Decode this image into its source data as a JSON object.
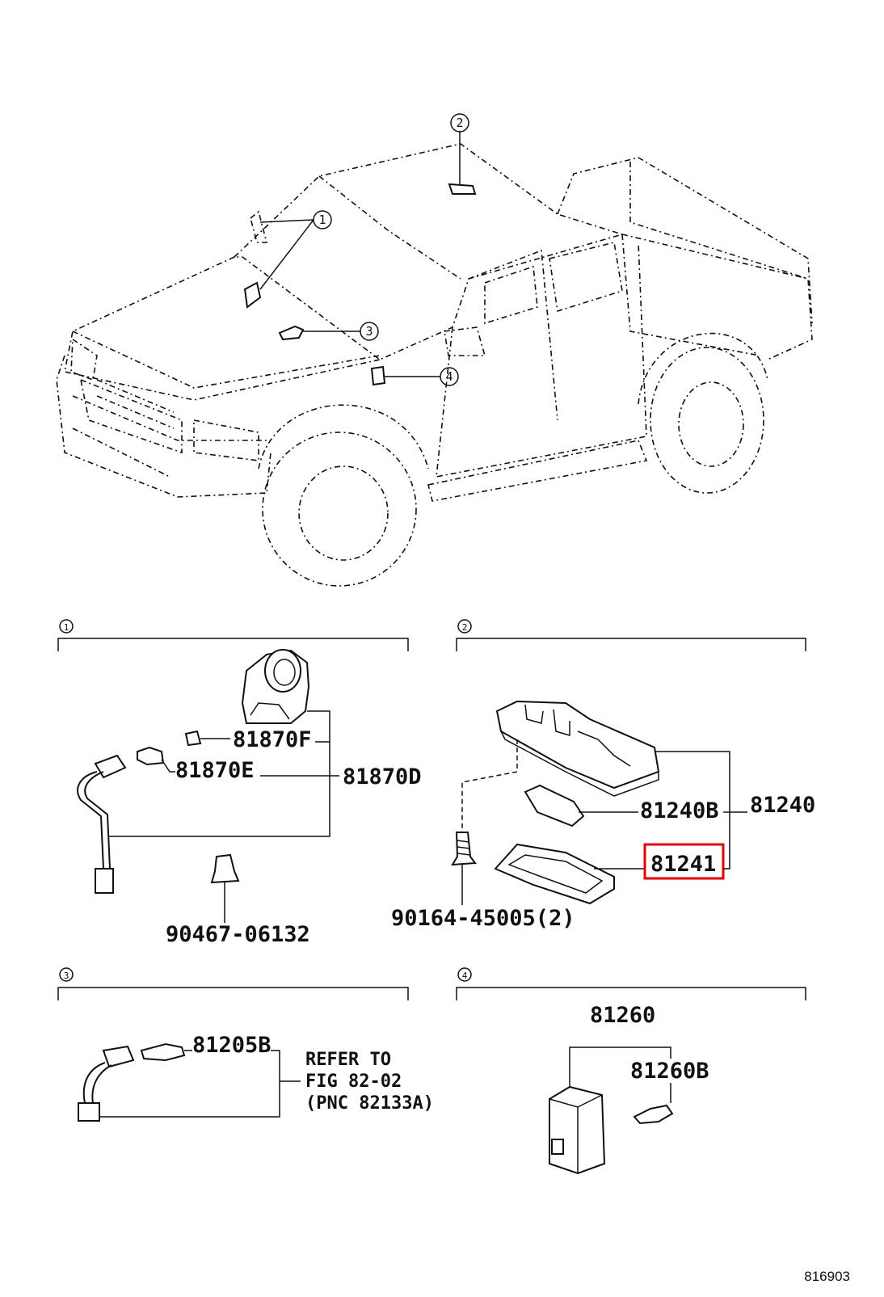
{
  "callouts": {
    "c1": "1",
    "c2": "2",
    "c3": "3",
    "c4": "4"
  },
  "section1": {
    "marker": "1",
    "labels": {
      "p81870F": "81870F",
      "p81870E": "81870E",
      "p81870D": "81870D",
      "p90467": "90467-06132"
    }
  },
  "section2": {
    "marker": "2",
    "labels": {
      "p81240": "81240",
      "p81240B": "81240B",
      "p81241": "81241",
      "p90164": "90164-45005(2)"
    },
    "highlight_color": "#e00000"
  },
  "section3": {
    "marker": "3",
    "labels": {
      "p81205B": "81205B"
    },
    "note": {
      "line1": "REFER TO",
      "line2": "FIG 82-02",
      "line3": "(PNC 82133A)"
    }
  },
  "section4": {
    "marker": "4",
    "labels": {
      "p81260": "81260",
      "p81260B": "81260B"
    }
  },
  "figure_number": "816903"
}
